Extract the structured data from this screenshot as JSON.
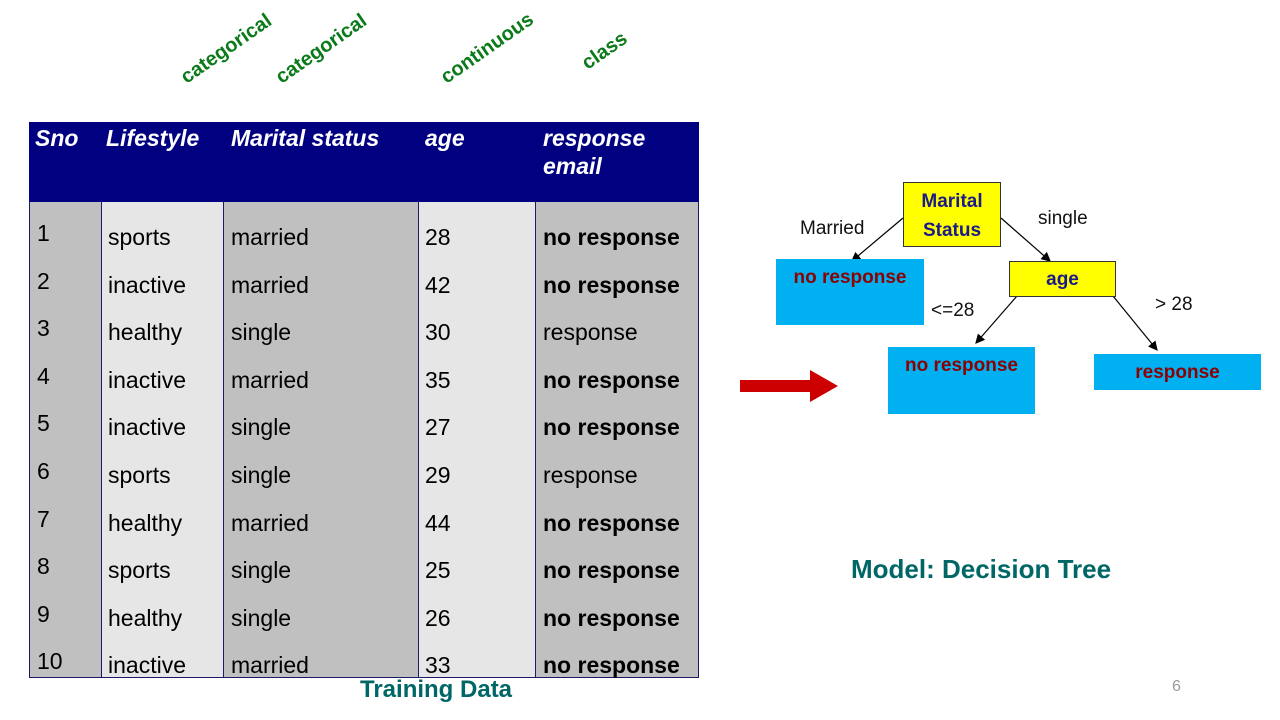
{
  "column_types": [
    "categorical",
    "categorical",
    "continuous",
    "class"
  ],
  "table": {
    "headers": [
      "Sno",
      "Lifestyle",
      "Marital status",
      "age",
      "response email"
    ],
    "rows": [
      [
        "1",
        "sports",
        "married",
        "28",
        "no response"
      ],
      [
        "2",
        "inactive",
        "married",
        "42",
        "no response"
      ],
      [
        "3",
        "healthy",
        "single",
        "30",
        "response"
      ],
      [
        "4",
        "inactive",
        "married",
        "35",
        "no response"
      ],
      [
        "5",
        "inactive",
        "single",
        "27",
        "no response"
      ],
      [
        "6",
        "sports",
        "single",
        "29",
        "response"
      ],
      [
        "7",
        "healthy",
        "married",
        "44",
        "no response"
      ],
      [
        "8",
        "sports",
        "single",
        "25",
        "no response"
      ],
      [
        "9",
        "healthy",
        "single",
        "26",
        "no response"
      ],
      [
        "10",
        "inactive",
        "married",
        "33",
        "no response"
      ]
    ],
    "caption": "Training Data"
  },
  "tree": {
    "root": "Marital Status",
    "edge_married": "Married",
    "edge_single": "single",
    "leaf_married": "no response",
    "age_node": "age",
    "edge_le": "<=28",
    "edge_gt": "> 28",
    "leaf_le": "no response",
    "leaf_gt": "response",
    "caption": "Model:  Decision Tree"
  },
  "slide_number": "6",
  "colors": {
    "header_bg": "#000080",
    "type_label": "#0a7a1a",
    "caption": "#006666",
    "node_yellow": "#ffff00",
    "node_blue": "#00b0f0",
    "arrow": "#cc0000"
  }
}
